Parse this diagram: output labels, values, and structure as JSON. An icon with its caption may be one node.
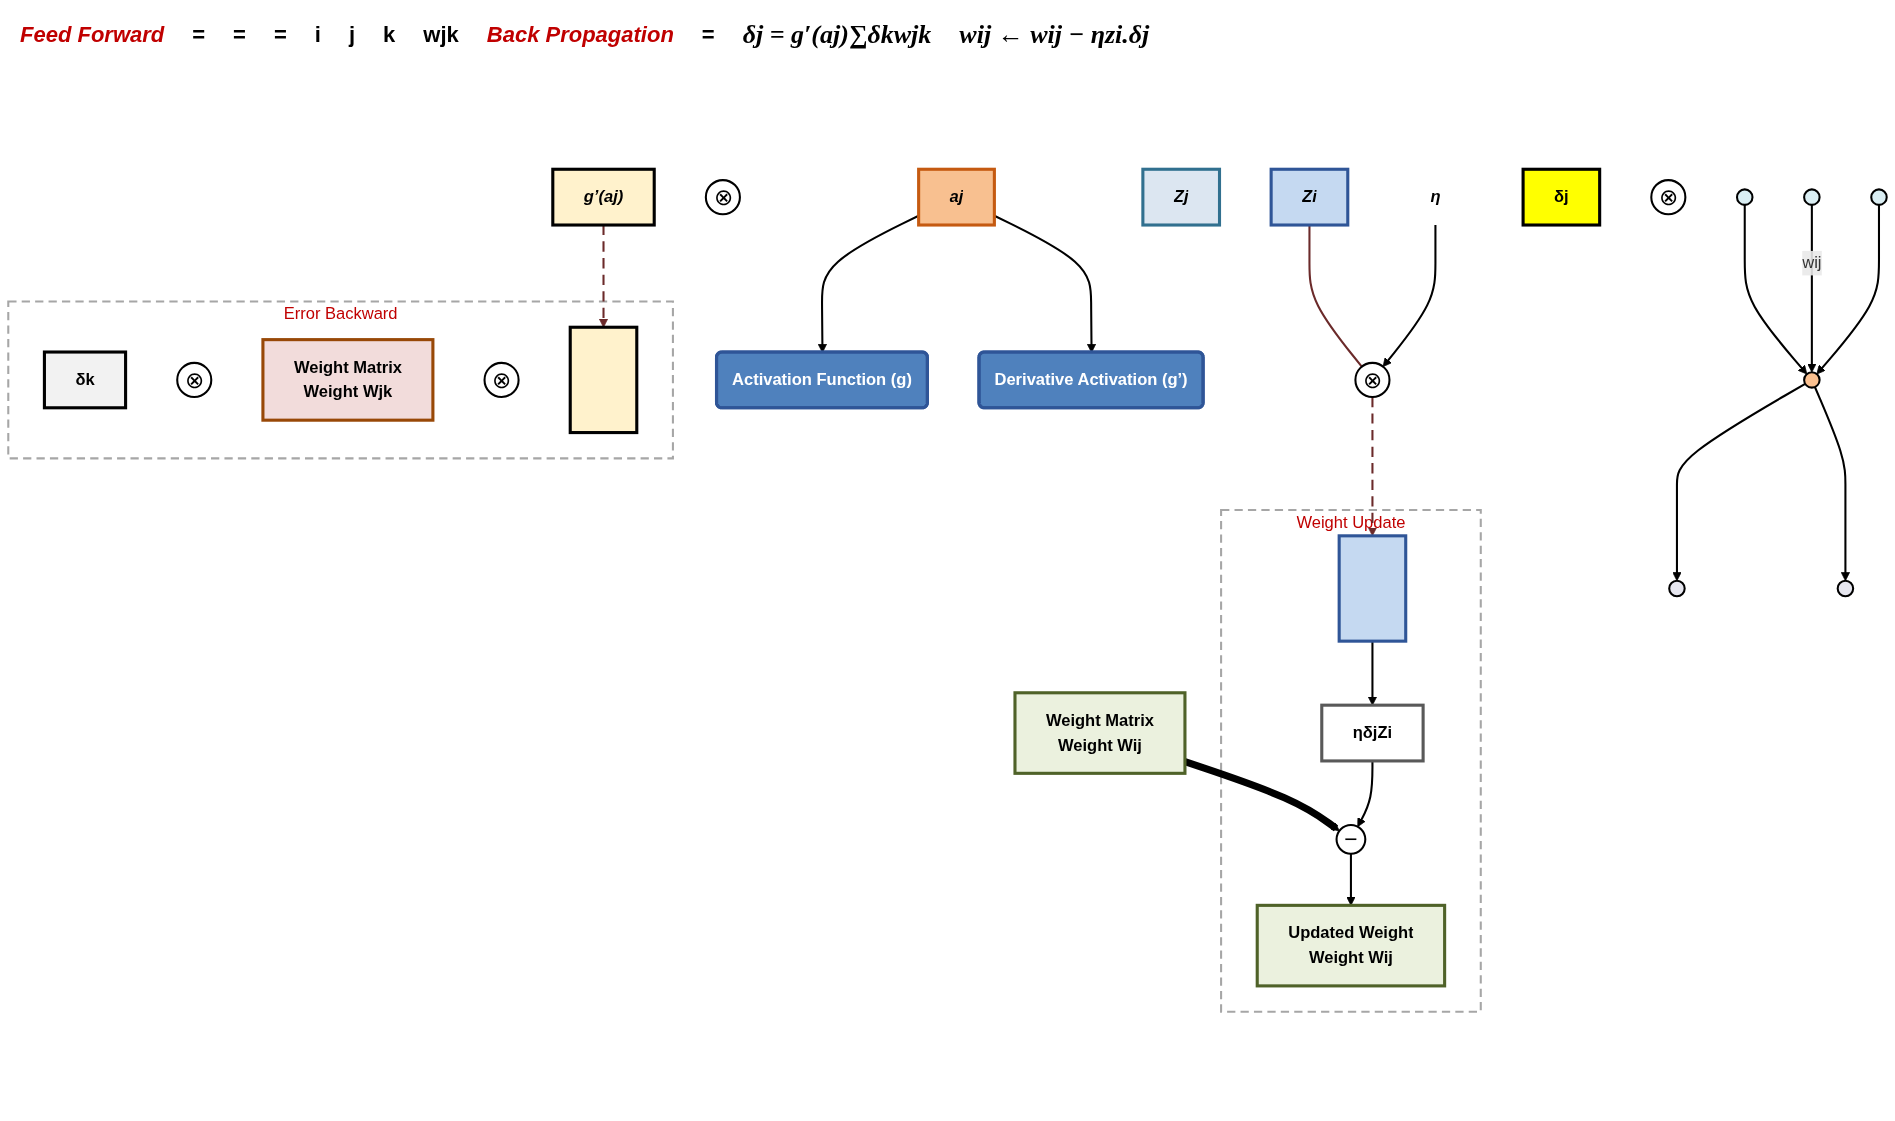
{
  "diagram": {
    "nodes": [
      {
        "text": [
          "Zi"
        ]
      },
      {
        "text": [
          "⊗"
        ]
      },
      {
        "text": [
          "Weight Matrix",
          "Weight Wij"
        ]
      },
      {
        "text": [
          "aj"
        ]
      },
      {
        "text": [
          "Activation Function (g)"
        ]
      },
      {
        "text": [
          "Derivative Activation (g’)"
        ]
      },
      {
        "text": [
          "Zj"
        ]
      },
      {
        "text": [
          "g’(aj)"
        ]
      },
      {
        "text": [
          "⊗"
        ]
      },
      {
        "text": [
          "η"
        ]
      },
      {
        "text": [
          "Error Backward"
        ]
      },
      {
        "text": [
          "δk"
        ],
        "in": 10
      },
      {
        "text": [
          "⊗"
        ],
        "in": 10
      },
      {
        "text": [
          "Weight Matrix",
          "Weight Wjk"
        ],
        "in": 10
      },
      {
        "text": [
          "⊗"
        ],
        "in": 10
      },
      {
        "text": [],
        "shape": "bar",
        "in": 10
      },
      {
        "text": [
          "δj"
        ]
      },
      {
        "text": [
          "⊗"
        ]
      },
      {
        "text": [
          "Weight Update"
        ]
      },
      {
        "text": [],
        "shape": "bar",
        "in": 18
      },
      {
        "text": [
          "ηδjZi"
        ],
        "in": 18
      },
      {
        "text": [
          "−"
        ],
        "in": 18
      },
      {
        "text": [
          "Updated Weight",
          "Weight Wij"
        ],
        "in": 18
      },
      {
        "text": [],
        "shape": "circle"
      },
      {
        "text": [],
        "shape": "circle"
      },
      {
        "text": [],
        "shape": "circle"
      },
      {
        "text": [],
        "shape": "circle"
      },
      {
        "text": [],
        "shape": "circle"
      },
      {
        "text": [],
        "shape": "circle"
      }
    ],
    "edges": [
      {
        "from": 3,
        "to": 4,
        "arrow": "to"
      },
      {
        "from": 3,
        "to": 5,
        "arrow": "to"
      },
      {
        "from": 0,
        "to": 8,
        "arrow": "none",
        "color": "#6b2a2a"
      },
      {
        "from": 9,
        "to": 8,
        "arrow": "to"
      },
      {
        "from": 8,
        "to": 19,
        "arrow": "to",
        "style": "dashed",
        "color": "#6b2a2a"
      },
      {
        "from": 7,
        "to": 15,
        "arrow": "to",
        "style": "dashed",
        "color": "#6b2a2a"
      },
      {
        "from": 2,
        "to": 21,
        "arrow": "to",
        "style": "thick"
      },
      {
        "from": 19,
        "to": 20,
        "arrow": "to"
      },
      {
        "from": 20,
        "to": 21,
        "arrow": "to"
      },
      {
        "from": 21,
        "to": 22,
        "arrow": "to"
      },
      {
        "from": 23,
        "to": 26,
        "arrow": "to"
      },
      {
        "from": 24,
        "to": 26,
        "arrow": "to",
        "label": "wij"
      },
      {
        "from": 25,
        "to": 26,
        "arrow": "to"
      },
      {
        "from": 26,
        "to": 27,
        "arrow": "to"
      },
      {
        "from": 26,
        "to": 28,
        "arrow": "to"
      }
    ],
    "labels": [
      "Feed Forward",
      "=",
      "=",
      "=",
      "i",
      "j",
      "k",
      "wjk",
      "Back Propagation",
      "=",
      "δj = g′(aj)∑δkwjk",
      "wij ← wij − ηzi.δj"
    ]
  }
}
